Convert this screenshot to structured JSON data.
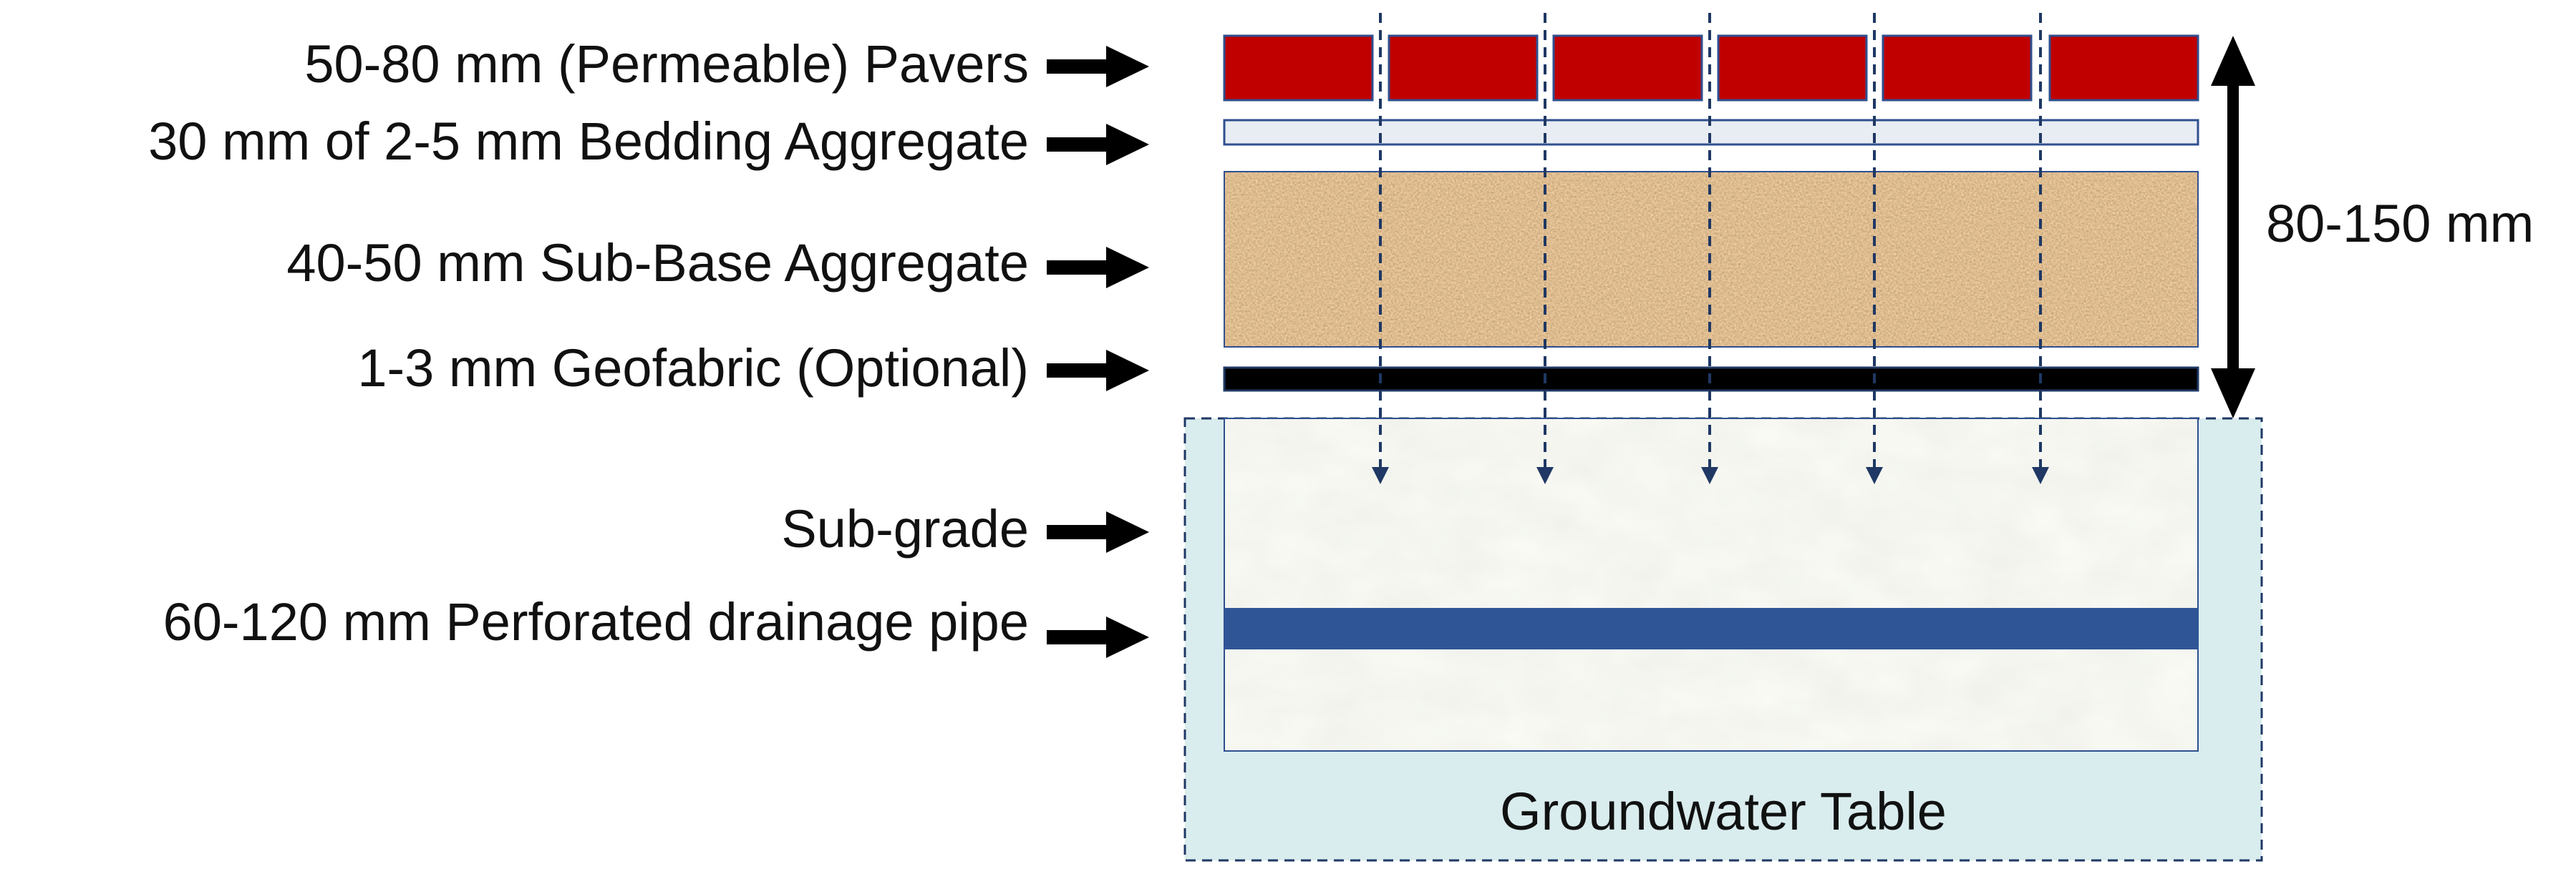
{
  "labels": {
    "pavers": "50-80 mm (Permeable) Pavers",
    "bedding": "30 mm of 2-5 mm Bedding Aggregate",
    "subbase": "40-50 mm Sub-Base Aggregate",
    "geofabric": "1-3 mm Geofabric (Optional)",
    "subgrade": "Sub-grade",
    "pipe": "60-120 mm Perforated drainage pipe"
  },
  "dimension_label": "80-150 mm",
  "groundwater_label": "Groundwater Table",
  "colors": {
    "paver": "#c00000",
    "paver_edge": "#2f4f8f",
    "bedding": "#e8ecf3",
    "subbase": "#b9814b",
    "geofabric": "#000000",
    "subgrade": "#e9ece2",
    "pipe": "#2f5597",
    "groundwater": "#d9ecee",
    "flow_arrow": "#1f3864"
  },
  "icons": {
    "label_arrow": "right-arrow-icon",
    "dimension_arrow": "double-headed-vertical-arrow-icon",
    "flow_arrow": "dashed-down-arrow-icon"
  }
}
